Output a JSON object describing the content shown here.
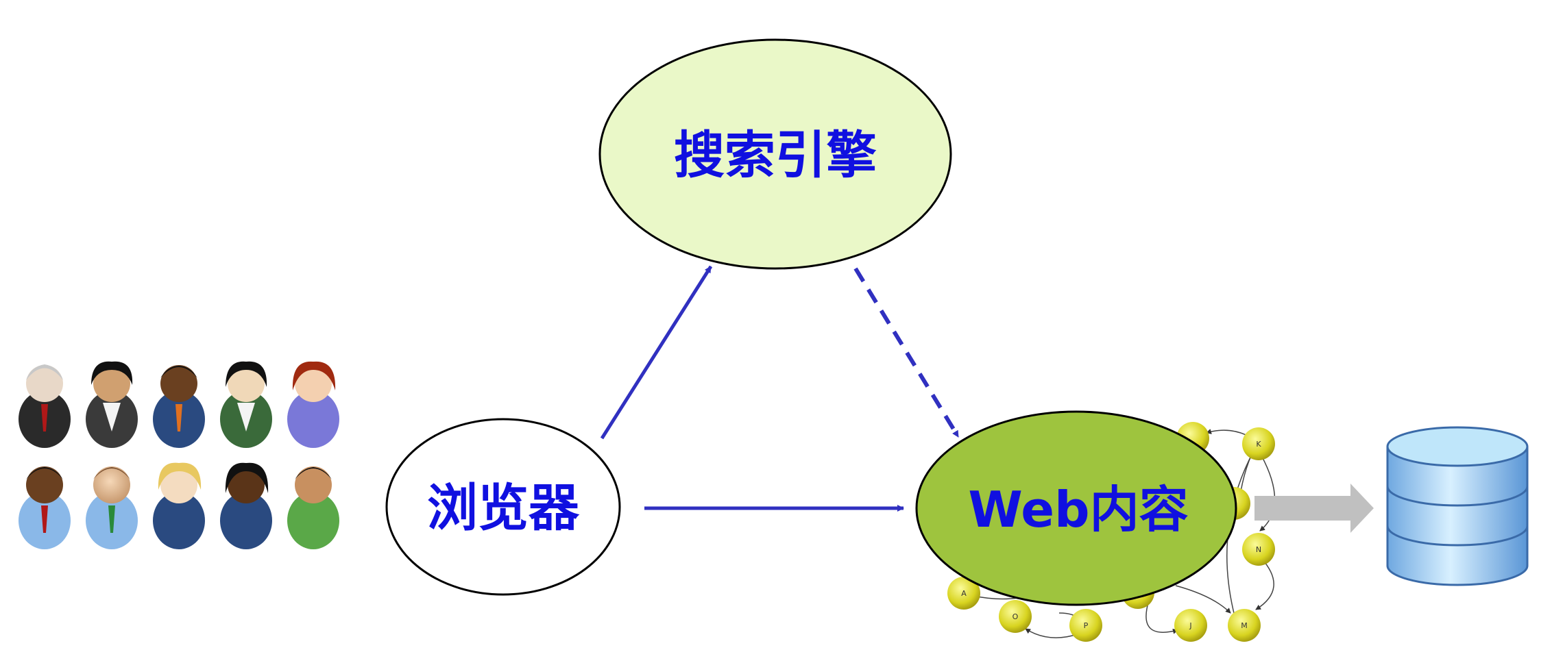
{
  "nodes": {
    "search_engine": {
      "label": "搜索引擎"
    },
    "browser": {
      "label": "浏览器"
    },
    "web_content": {
      "label": "Web内容"
    }
  },
  "web_graph": {
    "node_labels": [
      "K",
      "N",
      "M",
      "J",
      "P",
      "O",
      "A"
    ]
  },
  "users": {
    "count": 10,
    "icon": "user-avatar-icon"
  },
  "colors": {
    "search_engine_fill": "#eaf8c8",
    "web_content_fill": "#9ec43e",
    "label_text": "#1010e0",
    "arrow": "#3030c0",
    "database": "#9fd2f2",
    "graph_node": "#e4e020"
  },
  "icons": {
    "database": "database-icon",
    "export_arrow": "right-arrow-icon"
  }
}
